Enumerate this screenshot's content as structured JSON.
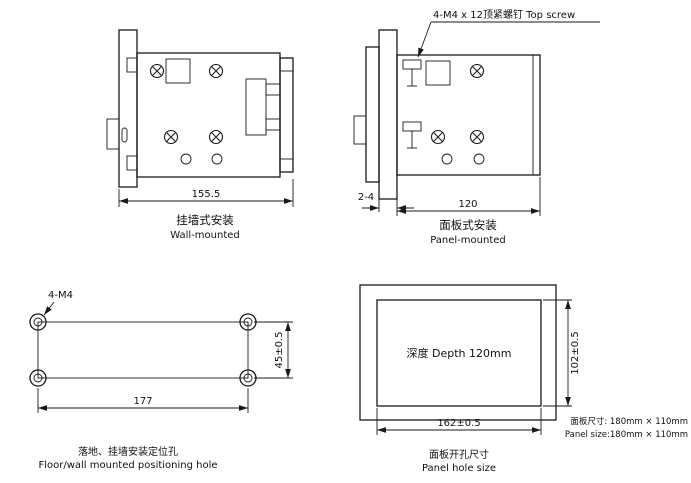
{
  "colors": {
    "ink": "#1a1a1a",
    "background": "#ffffff"
  },
  "views": {
    "wall_mounted": {
      "dim_width": "155.5",
      "caption_zh": "挂墙式安装",
      "caption_en": "Wall-mounted"
    },
    "panel_mounted": {
      "callout": "4-M4 x 12顶紧螺钉 Top screw",
      "dim_thickness": "2-4",
      "dim_depth": "120",
      "caption_zh": "面板式安装",
      "caption_en": "Panel-mounted"
    },
    "positioning_holes": {
      "hole_label": "4-M4",
      "dim_vertical": "45±0.5",
      "dim_horizontal": "177",
      "caption_zh": "落地、挂墙安装定位孔",
      "caption_en": "Floor/wall mounted positioning hole"
    },
    "panel_hole": {
      "depth_label": "深度 Depth 120mm",
      "dim_width": "162±0.5",
      "dim_height": "102±0.5",
      "panel_size_zh": "面板尺寸: 180mm × 110mm",
      "panel_size_en": "Panel size:180mm × 110mm",
      "caption_zh": "面板开孔尺寸",
      "caption_en": "Panel hole size"
    }
  }
}
